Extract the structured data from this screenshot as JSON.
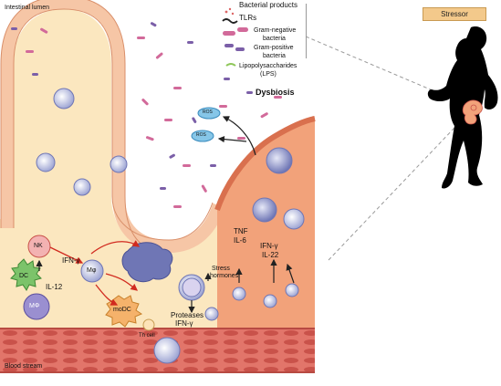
{
  "labels": {
    "intestinal_lumen": "Intestinal lumen",
    "blood_stream": "Blood stream",
    "dysbiosis": "Dysbiosis",
    "stressor": "Stressor",
    "nk": "NK",
    "dc": "DC",
    "il12": "IL-12",
    "ifn_g_left": "IFN-γ",
    "mo": "Mφ",
    "mphi": "MΦ",
    "modc": "moDC",
    "th_cell": "Th cell",
    "stress_hormones_1": "Stress",
    "stress_hormones_2": "hormones",
    "proteases": "Proteases",
    "ifn_g_bottom": "IFN-γ",
    "tnf": "TNF",
    "il6": "IL-6",
    "ifn_g_right": "IFN-γ",
    "il22": "IL-22",
    "ros_1": "ROS",
    "ros_2": "ROS"
  },
  "legend": {
    "bacterial_products": "Bacterial products",
    "tlrs": "TLRs",
    "gram_negative_1": "Gram-negative",
    "gram_negative_2": "bacteria",
    "gram_positive_1": "Gram-positive",
    "gram_positive_2": "bacteria",
    "lps_1": "Lipopolysaccharides",
    "lps_2": "(LPS)"
  },
  "colors": {
    "lumen_background": "#ffffff",
    "epithelium": "#f6c6a6",
    "epithelium_outline": "#d98f6a",
    "lamina_propria": "#fbe7bf",
    "inflamed_tissue": "#f2a27a",
    "blood_stream": "#e2756a",
    "gram_negative": "#d26a9a",
    "gram_positive": "#7b5fa8",
    "stressor_box": "#f3c98b",
    "silhouette": "#000000",
    "arrow_red": "#d12a1f"
  },
  "icons": [
    "runner-silhouette-icon",
    "lymphocyte-icon",
    "macrophage-icon",
    "dendritic-cell-icon",
    "nk-cell-icon",
    "mast-cell-icon",
    "bacteria-icon",
    "ros-icon",
    "intestine-icon"
  ]
}
